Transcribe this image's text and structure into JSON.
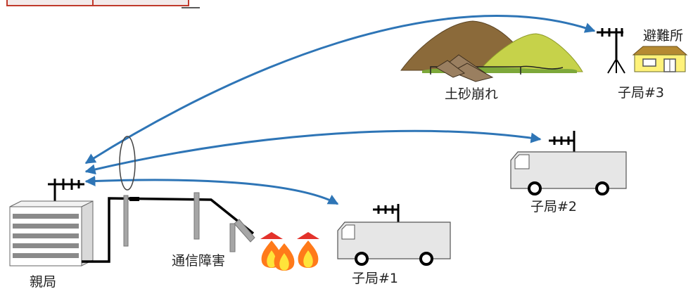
{
  "labels": {
    "parent_station": "親局",
    "comm_failure": "通信障害",
    "child1": "子局#1",
    "child2": "子局#2",
    "child3": "子局#3",
    "landslide": "土砂崩れ",
    "shelter": "避難所"
  },
  "colors": {
    "link_arrow": "#2E75B6",
    "cable": "#000000",
    "vehicle_body": "#E6E6E6",
    "hill_brown": "#8B6A3A",
    "hill_green": "#C6D24A",
    "house_wall": "#FFF27A",
    "roof_red": "#E3322B",
    "fire_orange": "#FF7A1A",
    "fire_yellow": "#FFE43A"
  },
  "icons": [
    "antenna-icon",
    "server-rack-icon",
    "truck-icon",
    "fire-icon",
    "house-icon",
    "hill-icon",
    "utility-pole-icon"
  ]
}
